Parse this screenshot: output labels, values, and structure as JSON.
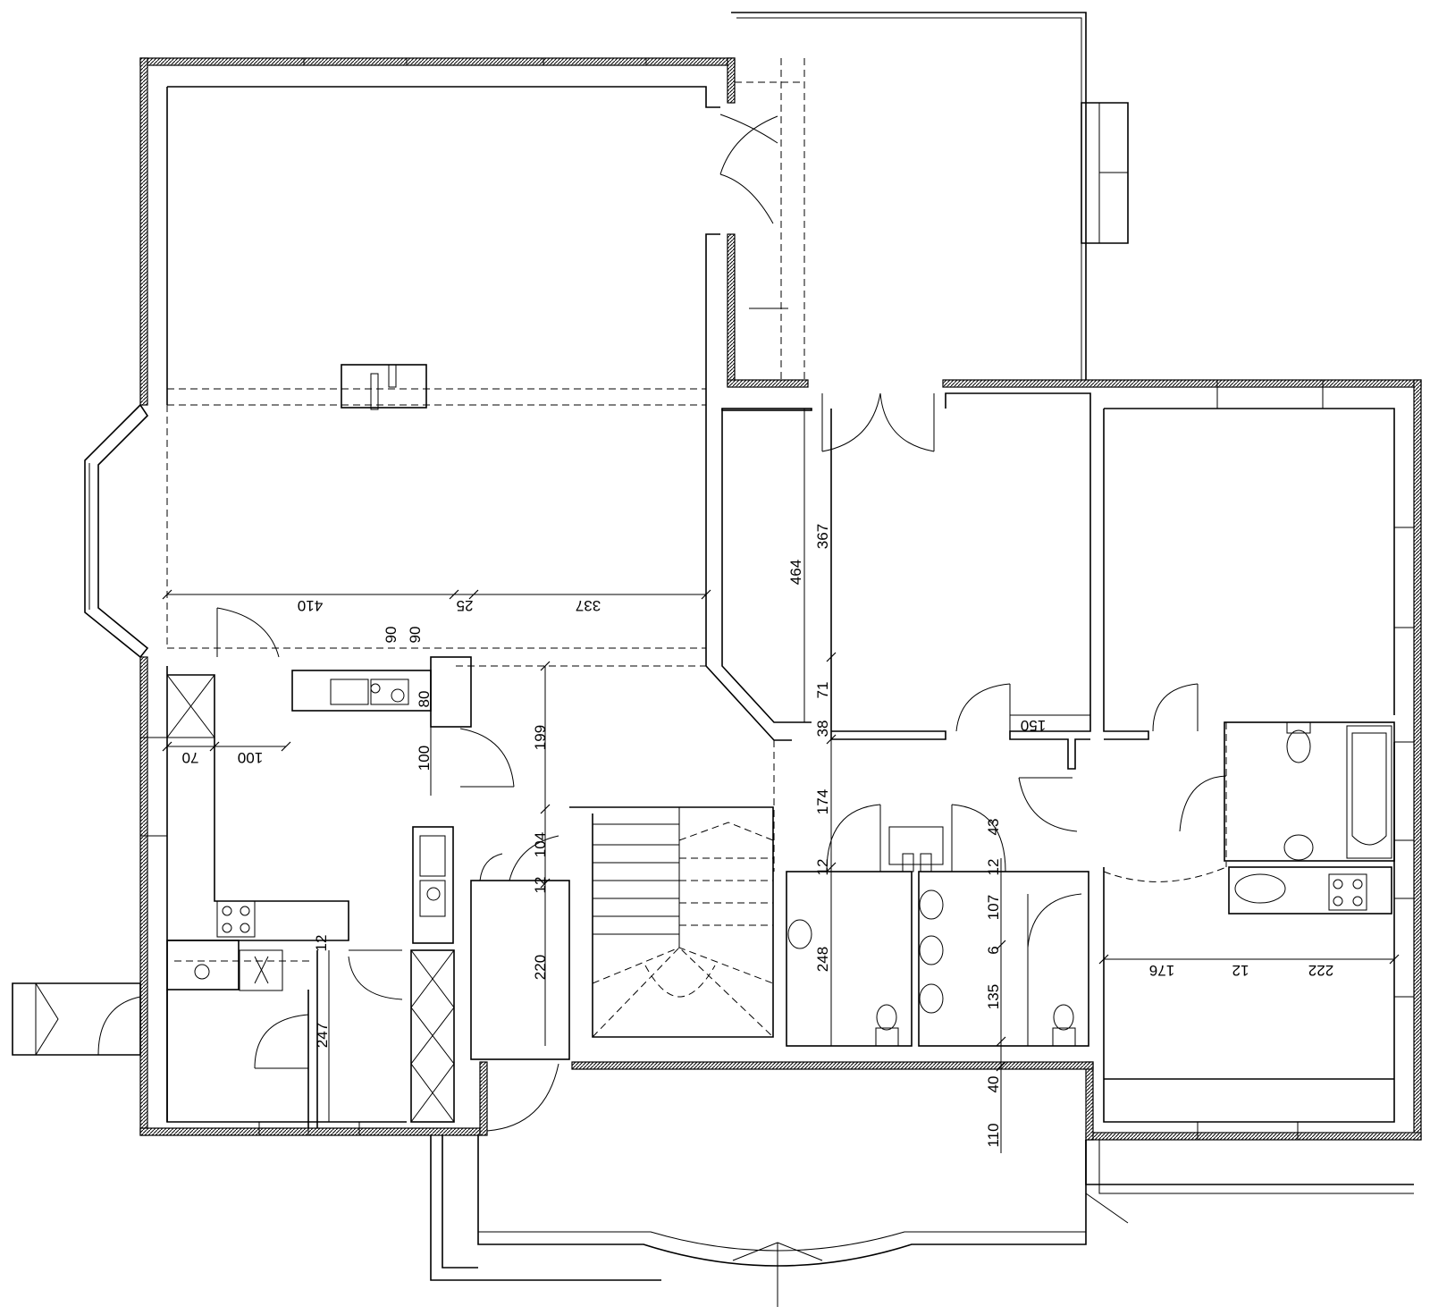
{
  "colors": {
    "ink": "#000000",
    "paper": "#ffffff"
  },
  "dimensions": {
    "d410": "410",
    "d25": "25",
    "d337": "337",
    "d90a": "90",
    "d90b": "90",
    "d80": "80",
    "d70": "70",
    "d100h": "100",
    "d100v": "100",
    "d199": "199",
    "d104": "104",
    "d12a": "12",
    "d220": "220",
    "d464": "464",
    "d367": "367",
    "d71": "71",
    "d38": "38",
    "d174": "174",
    "d12b": "12",
    "d248": "248",
    "d150": "150",
    "d43": "43",
    "d12c": "12",
    "d107": "107",
    "d6": "6",
    "d135": "135",
    "d40": "40",
    "d110": "110",
    "d176": "176",
    "d12d": "12",
    "d222": "222",
    "d12e": "12",
    "d247": "247"
  }
}
